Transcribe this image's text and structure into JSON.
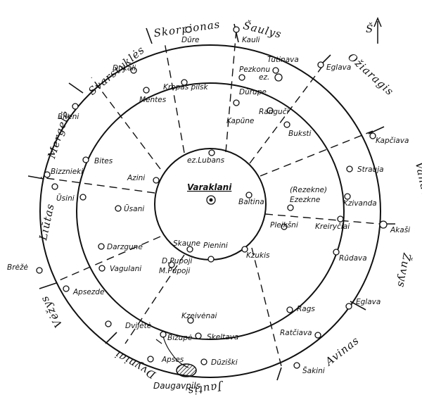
{
  "compass": {
    "north_label": "Š"
  },
  "center": {
    "title": "Varaklani"
  },
  "zodiac": {
    "skorpionas": "Skorpionas",
    "saulys": "Šaulys",
    "ozioragis": "Ožiaragis",
    "vandenis": "Vandenis",
    "zuvys": "Žuvys",
    "avinas": "Avinas",
    "jautis": "Jautis",
    "dvyniai": "Dvyniai",
    "vezys": "Vėžys",
    "liutas": "Liūtas",
    "mergele": "Mergelė",
    "svarstykles": "Svarstyklės"
  },
  "places": {
    "dure": "Dūre",
    "kauli": "Kauli",
    "dukali": "Dukali",
    "tutinava": "Tutinava",
    "eglava_top": "Eglava",
    "pezkonu": "Pezkonu",
    "ez1": "ez.",
    "kropas": "Kropas pilsk",
    "mentes": "Mentes",
    "durupe": "Dūrupe",
    "biteni": "Biteni",
    "ranguci": "Ranguči",
    "kapune": "Kapūne",
    "buksti": "Buksti",
    "kapciava": "Kapčiava",
    "bites": "Bites",
    "ezlubans": "ez.Lubans",
    "strauja": "Strauja",
    "bizznieki": "Bizznieki",
    "azini": "Azini",
    "usini": "Ūsini",
    "usani": "Ūsani",
    "baltina": "Baltina",
    "rezekne": "(Rezekne)",
    "ezezekne": "Ezezkne",
    "kzivanda": "Kzivanda",
    "akasi": "Akaši",
    "pleiksni": "Pleikšni",
    "kreiryciai": "Kreiryčiai",
    "skaune": "Skaune",
    "pienini": "Pienini",
    "kzukis": "Kzukis",
    "darzgune": "Darzgune",
    "dpupoji": "D.Pupoji",
    "vagulani": "Vagulani",
    "mpupoji": "M.Pupoji",
    "rudava": "Rūdava",
    "breze": "Brėžė",
    "apsezde": "Apsezde",
    "eglava_bottom": "Eglava",
    "kzeivenai": "Kzeivėnai",
    "rags": "Rags",
    "dvijete": "Dvijėtė",
    "bizupe": "Bizupė",
    "skeltava": "Skeltava",
    "ratciava": "Ratčiava",
    "apses": "Apses",
    "duziski": "Dūziški",
    "sakini": "Šakini",
    "daugavpils": "Daugavpils"
  }
}
